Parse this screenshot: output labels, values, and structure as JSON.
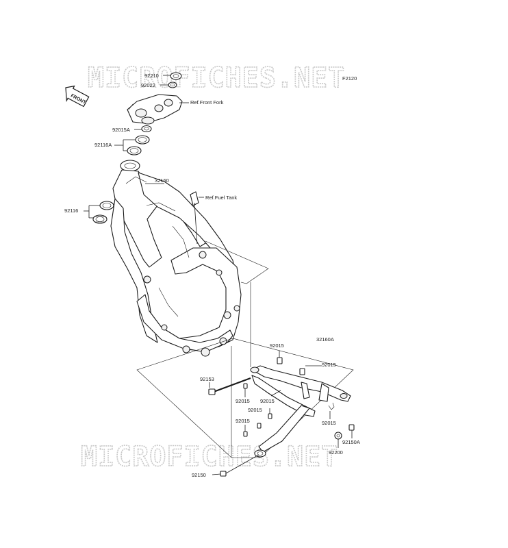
{
  "watermark": {
    "text": "MICROFICHES.NET"
  },
  "figure_code": "F2120",
  "front_badge": "FRONT",
  "refs": {
    "front_fork": "Ref.Front Fork",
    "fuel_tank": "Ref.Fuel Tank"
  },
  "parts": {
    "p92210": "92210",
    "p92022": "92022",
    "p92015A": "92015A",
    "p92116A": "92116A",
    "p32160": "32160",
    "p92116": "92116",
    "p92015_a": "92015",
    "p32160A": "32160A",
    "p92015_b": "92015",
    "p92153": "92153",
    "p92015_c": "92015",
    "p92015_d": "92015",
    "p92015_e": "92015",
    "p92015_f": "92015",
    "p92015_g": "92015",
    "p92150A": "92150A",
    "p92200": "92200",
    "p92150": "92150"
  }
}
